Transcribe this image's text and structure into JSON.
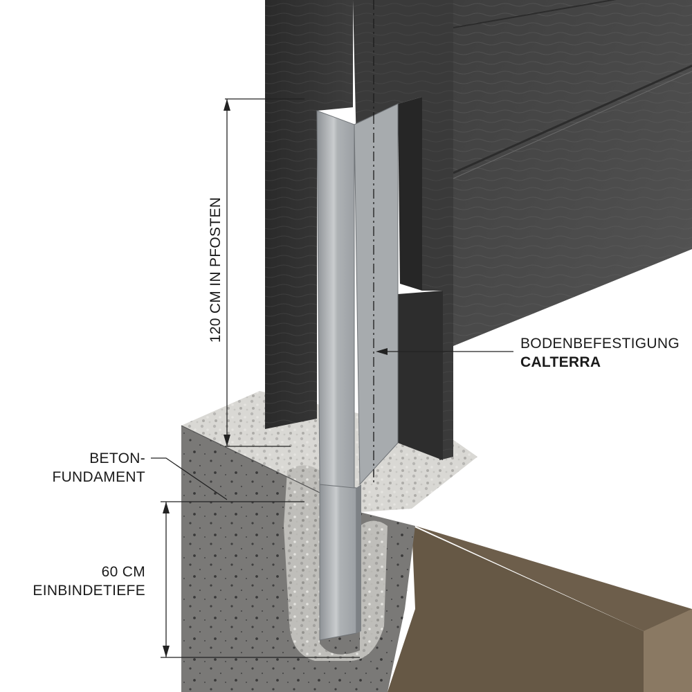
{
  "labels": {
    "post_length": "120 CM IN PFOSTEN",
    "ground_fixing_line1": "BODENBEFESTIGUNG",
    "ground_fixing_line2": "CALTERRA",
    "foundation_line1": "BETON-",
    "foundation_line2": "FUNDAMENT",
    "depth_line1": "60 CM",
    "depth_line2": "EINBINDETIEFE"
  },
  "colors": {
    "post_dark": "#343434",
    "post_side": "#2b2b2b",
    "board": "#4a4a4a",
    "steel": "#b4b7ba",
    "concrete": "#7b7a78",
    "concrete_light": "#d7d6d2",
    "soil": "#6b5c49",
    "soil_dark": "#4e4336",
    "line": "#222222"
  }
}
